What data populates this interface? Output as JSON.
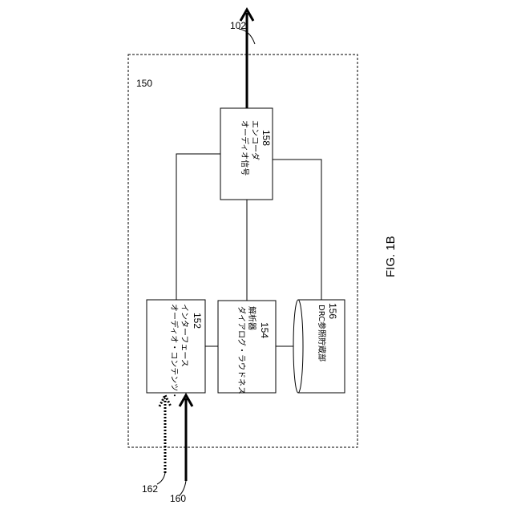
{
  "figure_label": "FIG. 1B",
  "system": {
    "ref": "150"
  },
  "blocks": {
    "interface": {
      "line1": "オーディオ・コンテンツ・",
      "line2": "インターフェース",
      "ref": "152"
    },
    "analyzer": {
      "line1": "ダイアログ・ラウドネス",
      "line2": "解析器",
      "ref": "154"
    },
    "storage": {
      "label": "DRC参照貯蔵部",
      "ref": "156"
    },
    "encoder": {
      "line1": "オーディオ信号",
      "line2": "エンコーダ",
      "ref": "158"
    }
  },
  "signals": {
    "output": "102",
    "input_solid": "160",
    "input_dotted": "162"
  }
}
